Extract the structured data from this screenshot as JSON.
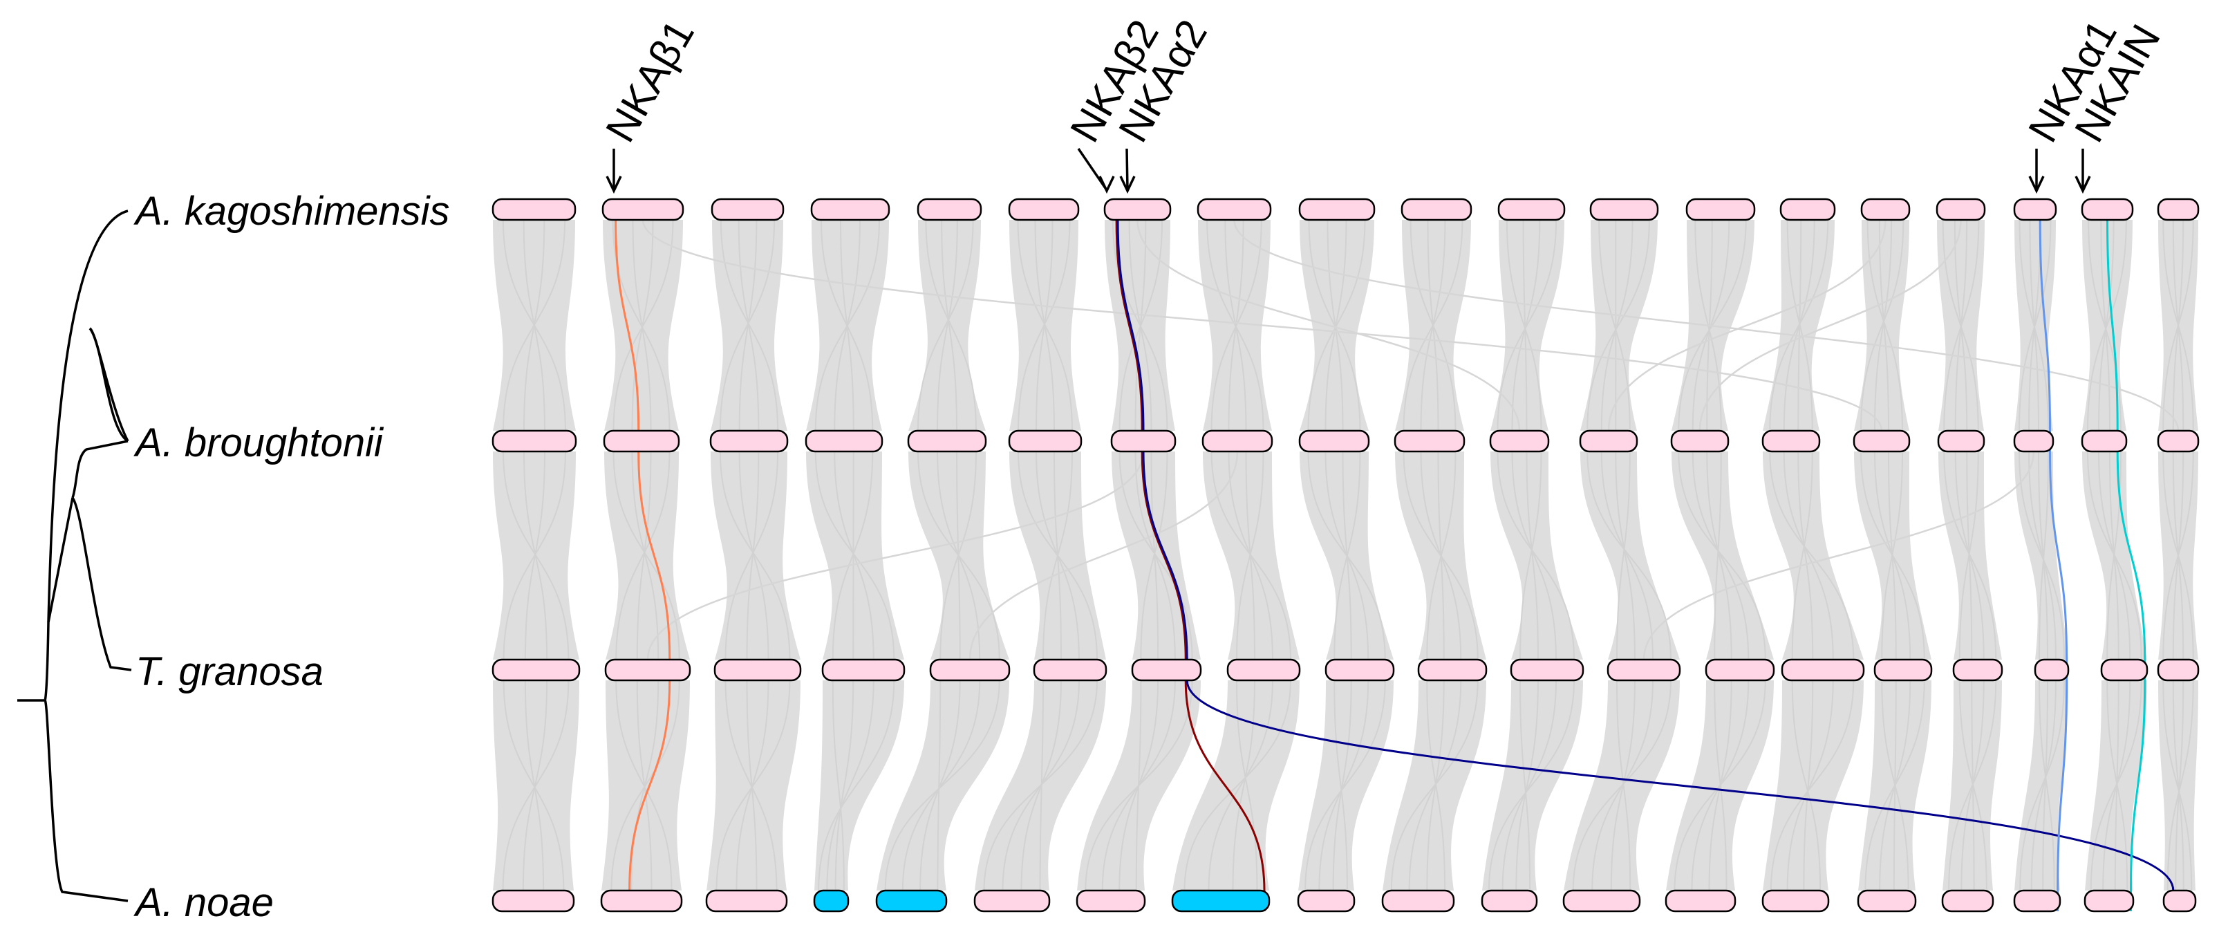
{
  "species": [
    {
      "id": "kag",
      "name": "A. kagoshimensis"
    },
    {
      "id": "bro",
      "name": "A. broughtonii"
    },
    {
      "id": "gra",
      "name": "T. granosa"
    },
    {
      "id": "noa",
      "name": "A. noae"
    }
  ],
  "genes": [
    {
      "label": "NKAβ1",
      "path": [
        {
          "row": 0,
          "chrom": 1
        },
        {
          "row": 1,
          "chrom": 1
        },
        {
          "row": 2,
          "chrom": 1
        },
        {
          "row": 3,
          "chrom": 1
        }
      ],
      "color": "#ff7f50"
    },
    {
      "label": "NKAβ2",
      "path": [
        {
          "row": 0,
          "chrom": 6
        },
        {
          "row": 1,
          "chrom": 6
        },
        {
          "row": 2,
          "chrom": 6
        },
        {
          "row": 3,
          "chrom": 7
        }
      ],
      "color": "#8b0000"
    },
    {
      "label": "NKAα2",
      "path": [
        {
          "row": 0,
          "chrom": 6
        },
        {
          "row": 1,
          "chrom": 6
        },
        {
          "row": 2,
          "chrom": 6
        },
        {
          "row": 3,
          "chrom": 18
        }
      ],
      "color": "#00008b"
    },
    {
      "label": "NKAα1",
      "path": [
        {
          "row": 0,
          "chrom": 16
        },
        {
          "row": 1,
          "chrom": 16
        },
        {
          "row": 2,
          "chrom": 16
        },
        {
          "row": 3,
          "chrom": 16
        }
      ],
      "color": "#6495ed"
    },
    {
      "label": "NKAIN",
      "path": [
        {
          "row": 0,
          "chrom": 17
        },
        {
          "row": 1,
          "chrom": 17
        },
        {
          "row": 2,
          "chrom": 17
        },
        {
          "row": 3,
          "chrom": 17
        }
      ],
      "color": "#00ced1"
    }
  ],
  "colors": {
    "chromosome_fill": "#ffd6e6",
    "highlight_fill": "#00ccff",
    "synteny": "#dedede",
    "outline": "#000000"
  },
  "highlighted_chromosomes": [
    {
      "row": 3,
      "chrom": 3
    },
    {
      "row": 3,
      "chrom": 4
    },
    {
      "row": 3,
      "chrom": 7
    }
  ]
}
